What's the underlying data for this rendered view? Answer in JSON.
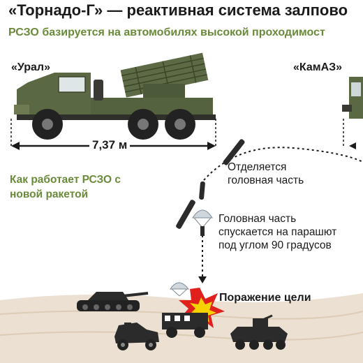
{
  "header": {
    "title": "«Торнадо-Г» — реактивная система залпово",
    "subtitle": "РСЗО базируется на автомобилях высокой проходимост"
  },
  "vehicles": {
    "left_label": "«Урал»",
    "right_label": "«КамАЗ»",
    "length": "7,37 м"
  },
  "explainer": {
    "heading": "Как работает РСЗО с новой ракетой",
    "step1": [
      "Отделяется",
      "головная часть"
    ],
    "step2": [
      "Головная часть",
      "спускается на парашют",
      "под углом 90 градусов"
    ],
    "step3": "Поражение цели"
  },
  "colors": {
    "accent_green": "#6a8a3a",
    "truck_green": "#4d5a3a",
    "ground": "#e8dccb",
    "explosion_red": "#e0201c",
    "explosion_yellow": "#f6d200"
  }
}
